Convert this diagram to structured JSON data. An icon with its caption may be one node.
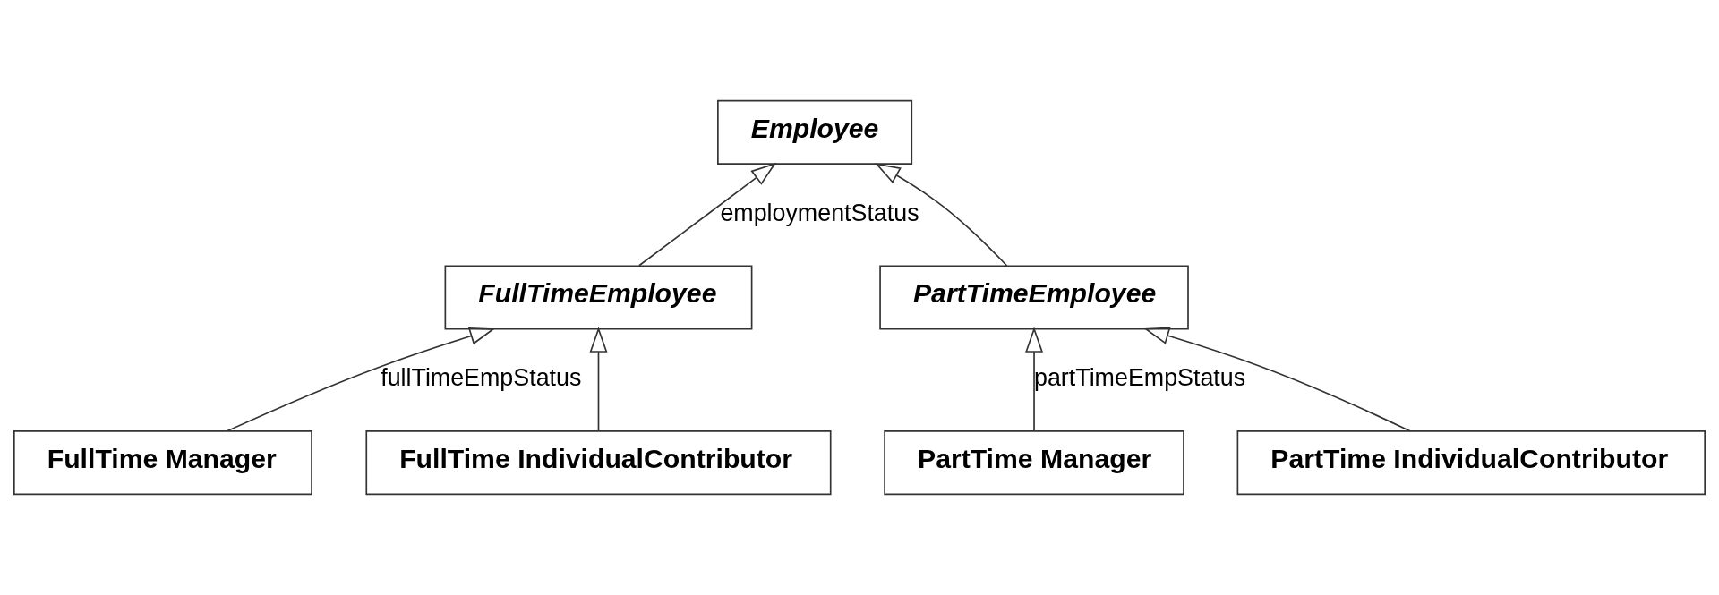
{
  "diagram": {
    "nodes": [
      {
        "text": [
          "Employee"
        ]
      },
      {
        "text": [
          "FullTimeEmployee"
        ]
      },
      {
        "text": [
          "PartTimeEmployee"
        ]
      },
      {
        "text": [
          "FullTime Manager"
        ]
      },
      {
        "text": [
          "FullTime IndividualContributor"
        ]
      },
      {
        "text": [
          "PartTime Manager"
        ]
      },
      {
        "text": [
          "PartTime IndividualContributor"
        ]
      }
    ],
    "edges": [
      {
        "from": 1,
        "to": 0,
        "arrow": "to",
        "label": "employmentStatus"
      },
      {
        "from": 2,
        "to": 0,
        "arrow": "to"
      },
      {
        "from": 3,
        "to": 1,
        "arrow": "to",
        "label": "fullTimeEmpStatus"
      },
      {
        "from": 4,
        "to": 1,
        "arrow": "to"
      },
      {
        "from": 5,
        "to": 2,
        "arrow": "to",
        "label": "partTimeEmpStatus"
      },
      {
        "from": 6,
        "to": 2,
        "arrow": "to"
      }
    ]
  }
}
